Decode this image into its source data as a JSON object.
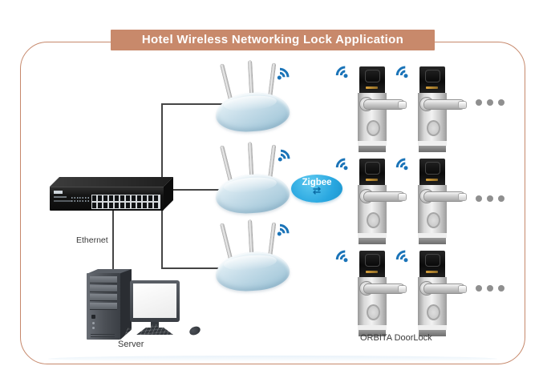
{
  "title": "Hotel Wireless Networking Lock Application",
  "labels": {
    "ethernet": "Ethernet",
    "server": "Server",
    "zigbee": "Zigbee",
    "doorlock": "ORBITA DoorLock"
  },
  "icons": {
    "zigbee_arrows": "⇄"
  },
  "colors": {
    "banner_and_border": "#C8896B",
    "wifi_icon": "#1B74B8",
    "zigbee_badge": "#29A7E0",
    "router_body": "#BDD8E6",
    "connection_line": "#454545"
  },
  "topology": {
    "switch_ports_shown": 24,
    "router_count": 3,
    "lock_rows": 3,
    "locks_per_row_shown": 2
  }
}
